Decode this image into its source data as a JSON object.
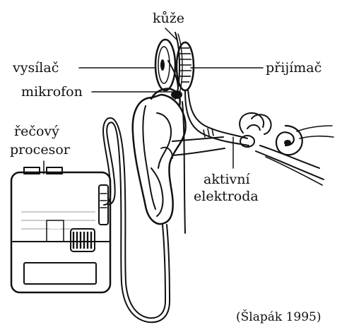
{
  "labels": {
    "skin": "kůže",
    "transmitter": "vysílač",
    "receiver": "přijímač",
    "microphone": "mikrofon",
    "processor_line1": "řečový",
    "processor_line2": "procesor",
    "electrode_line1": "aktivní",
    "electrode_line2": "elektroda"
  },
  "source": "(Šlapák 1995)"
}
